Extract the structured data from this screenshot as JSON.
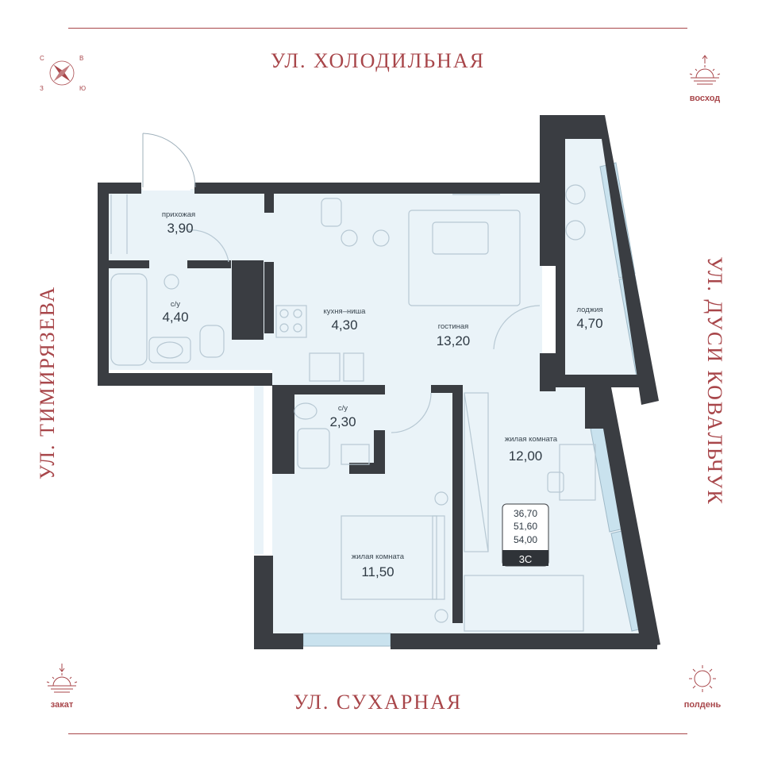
{
  "streets": {
    "top": "УЛ. ХОЛОДИЛЬНАЯ",
    "bottom": "УЛ. СУХАРНАЯ",
    "left": "УЛ. ТИМИРЯЗЕВА",
    "right": "УЛ. ДУСИ КОВАЛЬЧУК"
  },
  "compass": {
    "n": "С",
    "e": "В",
    "w": "З",
    "s": "Ю"
  },
  "sun": {
    "sunrise": "восход",
    "sunset": "закат",
    "noon": "полдень"
  },
  "rooms": [
    {
      "name": "прихожая",
      "area": "3,90"
    },
    {
      "name": "с/у",
      "area": "4,40"
    },
    {
      "name": "кухня–ниша",
      "area": "4,30"
    },
    {
      "name": "гостиная",
      "area": "13,20"
    },
    {
      "name": "лоджия",
      "area": "4,70"
    },
    {
      "name": "с/у",
      "area": "2,30"
    },
    {
      "name": "жилая комната",
      "area": "12,00"
    },
    {
      "name": "жилая комната",
      "area": "11,50"
    }
  ],
  "badge": {
    "living": "36,70",
    "total": "51,60",
    "total_with_loggia": "54,00",
    "type": "3С"
  },
  "colors": {
    "accent": "#a8464a",
    "wall": "#3a3d42",
    "floor": "#eaf3f8",
    "furniture": "#b7c8d3",
    "window": "#c9e2ee"
  }
}
